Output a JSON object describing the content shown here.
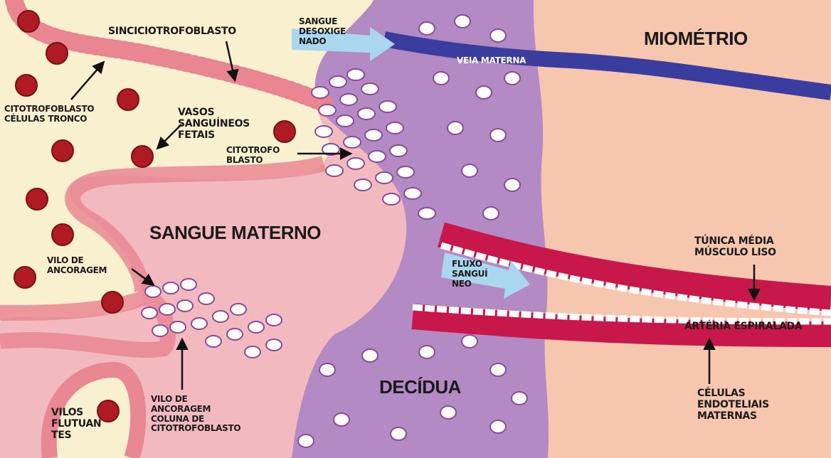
{
  "labels": {
    "syncytiotrophoblast": "SINCICIOTROFOBLASTO",
    "deoxygenated_blood": "SANGUE\nDESOXIGE\nNADO",
    "maternal_vein": "VEIA MATERNA",
    "myometrium": "MIOMÉTRIO",
    "cytotrophoblast_stem_cells": "CITOTROFOBLASTO\nCÉLULAS TRONCO",
    "fetal_blood_vessels": "VASOS\nSANGUÍNEOS\nFETAIS",
    "cytotrophoblast": "CITOTROFO\nBLASTO",
    "maternal_blood": "SANGUE MATERNO",
    "anchoring_villus": "VILO DE\nANCORAGEM",
    "blood_flow": "FLUXO\nSANGUÍ\nNEO",
    "tunica_media": "TÚNICA MÉDIA\nMÚSCULO LISO",
    "spiral_artery": "ARTÉRIA ESPIRALADA",
    "decidua": "DECÍDUA",
    "maternal_endothelial_cells": "CÉLULAS\nENDOTELIAIS\nMATERNAS",
    "anchoring_villus_column": "VILO DE\nANCORAGEM\nCOLUNA DE\nCITOTROFOBLASTO",
    "floating_villi": "VILOS\nFLUTUAN\nTES"
  },
  "colors": {
    "maternal_blood": "#f2b9bf",
    "myometrium": "#f6c7ae",
    "decidua": "#b48ac4",
    "villus_core": "#f8f0ce",
    "syncytiotrophoblast": "#e98793",
    "fetal_blood_cell": "#b01a22",
    "maternal_vein": "#3b3d9e",
    "spiral_artery": "#c8174b",
    "flow_arrow": "#a9d7ee"
  }
}
